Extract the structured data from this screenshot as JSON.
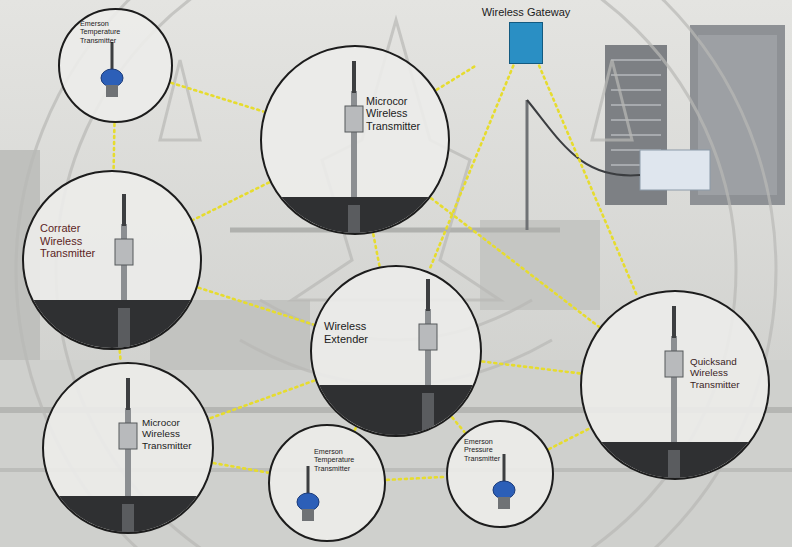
{
  "diagram": {
    "nodes": [
      {
        "text": [
          "Emerson Temperature Transmitter"
        ]
      },
      {
        "text": [
          "Microcor Wireless Transmitter"
        ]
      },
      {
        "text": [
          "Wireless Gateway"
        ]
      },
      {
        "text": [
          "Corrater Wireless Transmitter"
        ]
      },
      {
        "text": [
          "Wireless Extender"
        ]
      },
      {
        "text": [
          "Quicksand Wireless Transmitter"
        ]
      },
      {
        "text": [
          "Microcor Wireless Transmitter"
        ]
      },
      {
        "text": [
          "Emerson Temperature Transmitter"
        ]
      },
      {
        "text": [
          "Emerson Pressure Transmitter"
        ]
      }
    ],
    "edges": [
      {
        "from": 0,
        "to": 1,
        "arrow": "none"
      },
      {
        "from": 0,
        "to": 3,
        "arrow": "none"
      },
      {
        "from": 1,
        "to": 2,
        "arrow": "none"
      },
      {
        "from": 1,
        "to": 3,
        "arrow": "none"
      },
      {
        "from": 1,
        "to": 4,
        "arrow": "none"
      },
      {
        "from": 1,
        "to": 5,
        "arrow": "none"
      },
      {
        "from": 2,
        "to": 4,
        "arrow": "none"
      },
      {
        "from": 2,
        "to": 5,
        "arrow": "none"
      },
      {
        "from": 3,
        "to": 4,
        "arrow": "none"
      },
      {
        "from": 3,
        "to": 6,
        "arrow": "none"
      },
      {
        "from": 4,
        "to": 5,
        "arrow": "none"
      },
      {
        "from": 4,
        "to": 6,
        "arrow": "none"
      },
      {
        "from": 4,
        "to": 7,
        "arrow": "none"
      },
      {
        "from": 4,
        "to": 8,
        "arrow": "none"
      },
      {
        "from": 6,
        "to": 7,
        "arrow": "none"
      },
      {
        "from": 7,
        "to": 8,
        "arrow": "none"
      },
      {
        "from": 8,
        "to": 5,
        "arrow": "none"
      }
    ]
  }
}
